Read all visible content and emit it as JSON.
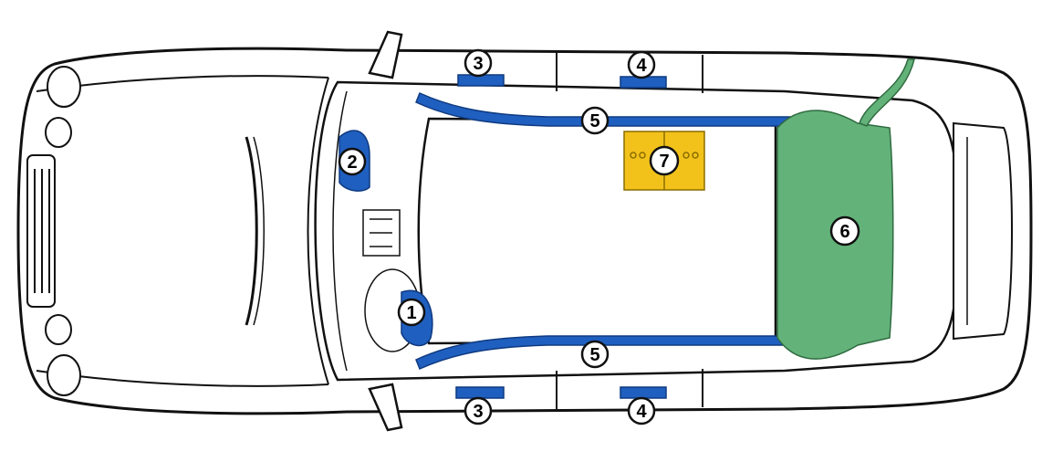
{
  "diagram": {
    "colors": {
      "outline": "#111111",
      "body": "#ffffff",
      "airbag_blue": "#1f5fbf",
      "airbag_green": "#63b27a",
      "sensor_yellow": "#f2c21b",
      "label_bg": "#ffffff"
    },
    "labels": {
      "driver_airbag": "1",
      "passenger_airbag": "2",
      "front_side_airbag_top": "3",
      "front_side_airbag_bottom": "3",
      "rear_side_airbag_top": "4",
      "rear_side_airbag_bottom": "4",
      "window_curtain_top": "5",
      "window_curtain_bottom": "5",
      "cargo_area": "6",
      "control_unit": "7"
    }
  }
}
